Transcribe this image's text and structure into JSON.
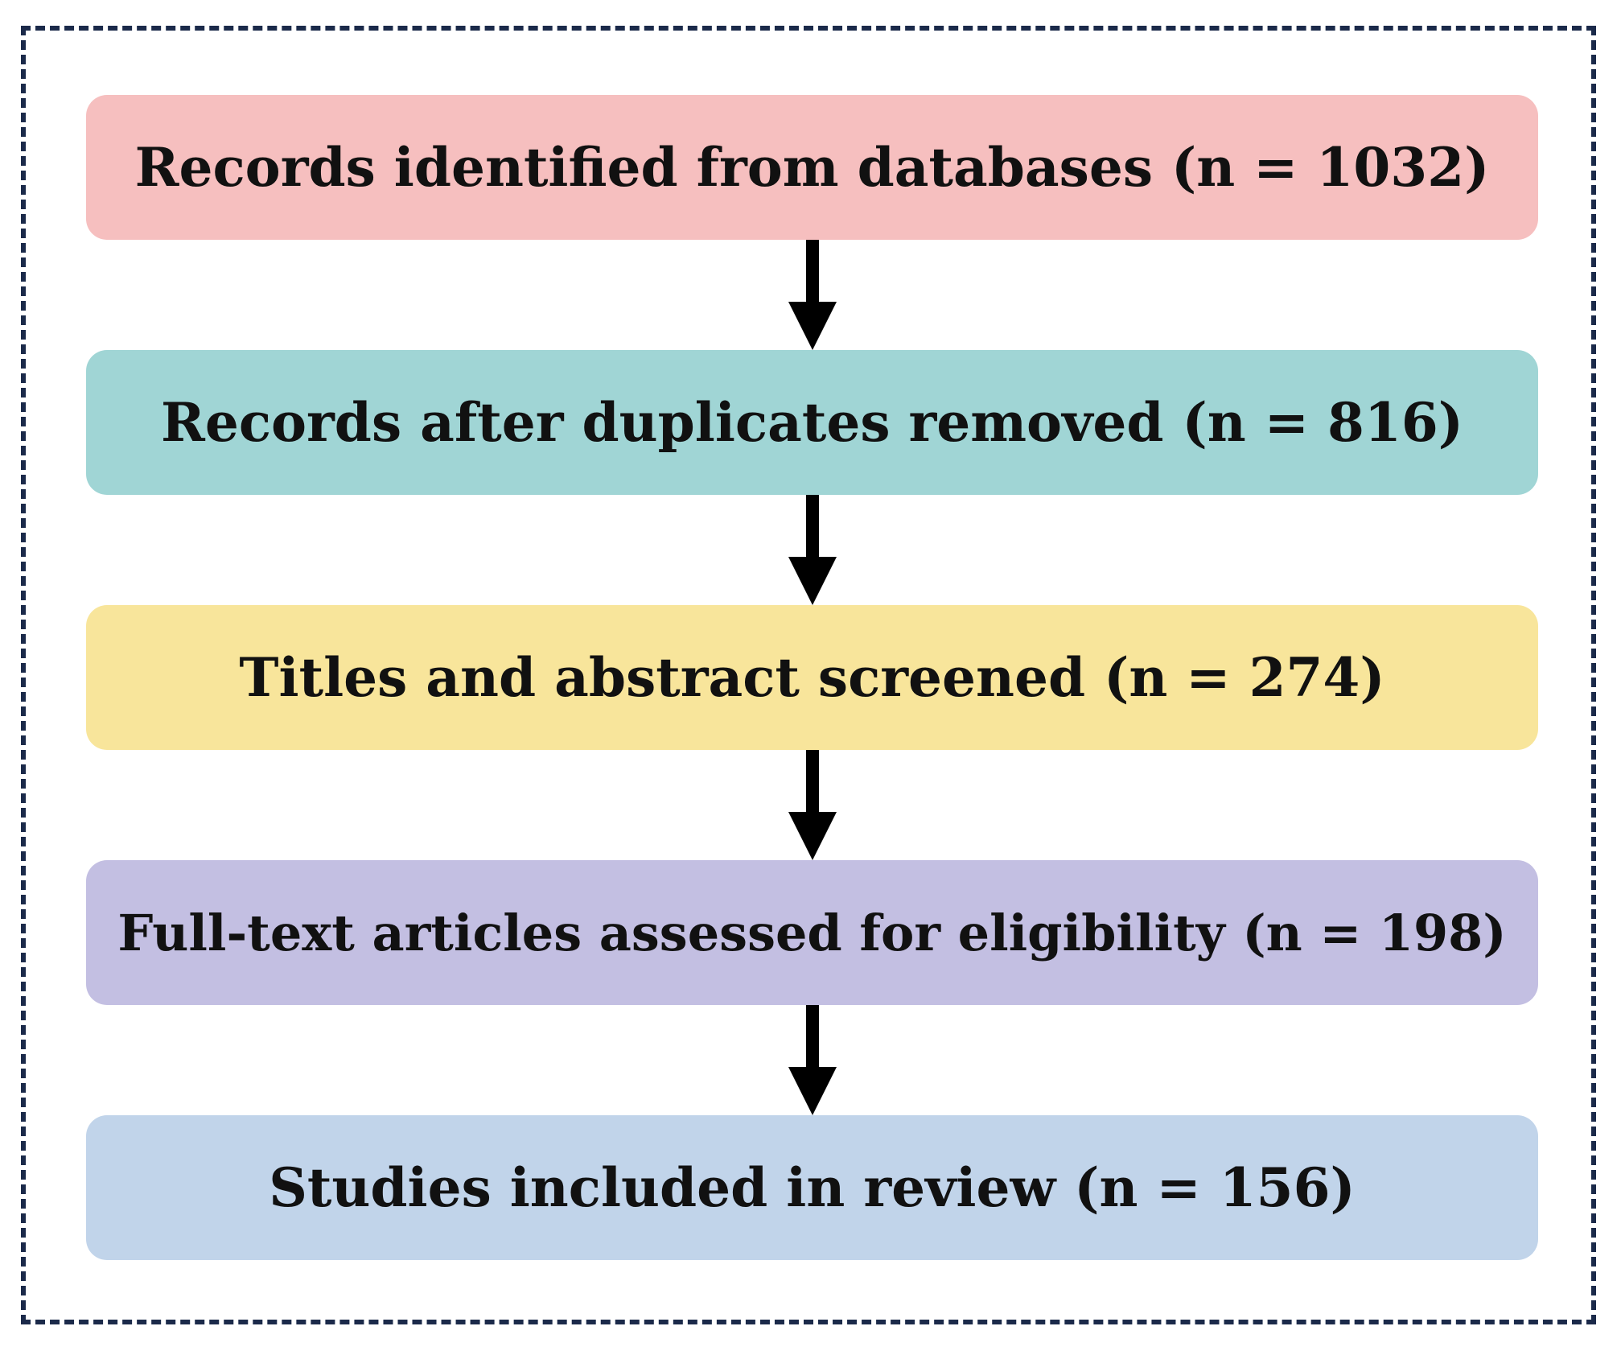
{
  "steps": [
    {
      "label": "Records identified from databases (n = 1032)",
      "color": "#f6bfbf"
    },
    {
      "label": "Records after duplicates removed (n = 816)",
      "color": "#a0d5d5"
    },
    {
      "label": "Titles and abstract screened (n = 274)",
      "color": "#f8e59b"
    },
    {
      "label": "Full-text articles assessed for eligibility (n = 198)",
      "color": "#c3bfe2"
    },
    {
      "label": "Studies included in review (n = 156)",
      "color": "#c1d4ea"
    }
  ],
  "colors": {
    "frame_border": "#1b2a4a",
    "arrow": "#000000"
  }
}
